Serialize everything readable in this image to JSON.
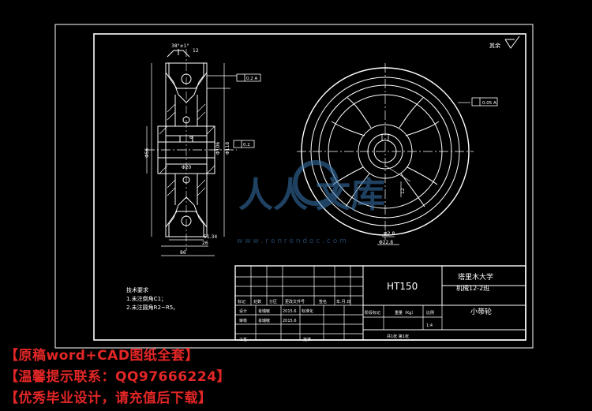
{
  "title_block": {
    "material": "HT150",
    "school": "塔里木大学",
    "class_name": "机械12-2班",
    "part_name": "小带轮",
    "grid_row1": [
      "标记",
      "处数",
      "分区",
      "更改文件号",
      "签名",
      "年.月.日"
    ],
    "grid_row2_labels": [
      "设计",
      "标准化"
    ],
    "grid_row2_name": "肖瑞敏",
    "grid_row2_date": "2015.6",
    "grid_row3_labels": [
      "审核"
    ],
    "grid_row3_name": "肖瑞敏",
    "grid_row3_date": "2015.6",
    "grid_row4_labels": [
      "工艺",
      "批准"
    ],
    "stage_label": "阶段标记",
    "weight_label": "重量（Kg）",
    "scale_label": "比例",
    "scale_value": "1:4",
    "sheet_info": "共1张  第1张"
  },
  "tech_notes": {
    "heading": "技术要求",
    "items": [
      "1.未注倒角C1；",
      "2.未注圆角R2~R5。"
    ]
  },
  "roughness_note": "其余",
  "watermark": {
    "left_char": "人人",
    "right_char": "文库",
    "url": "w w w . r e n r e n d o c . c o m"
  },
  "ads": [
    "【原稿word+CAD图纸全套】",
    "【温馨提示联系：QQ97666224】",
    "【优秀毕业设计，请充值后下载】"
  ],
  "colors": {
    "line": "#ffffff",
    "ad_text": "#e32626",
    "watermark": "#3a78b4"
  }
}
